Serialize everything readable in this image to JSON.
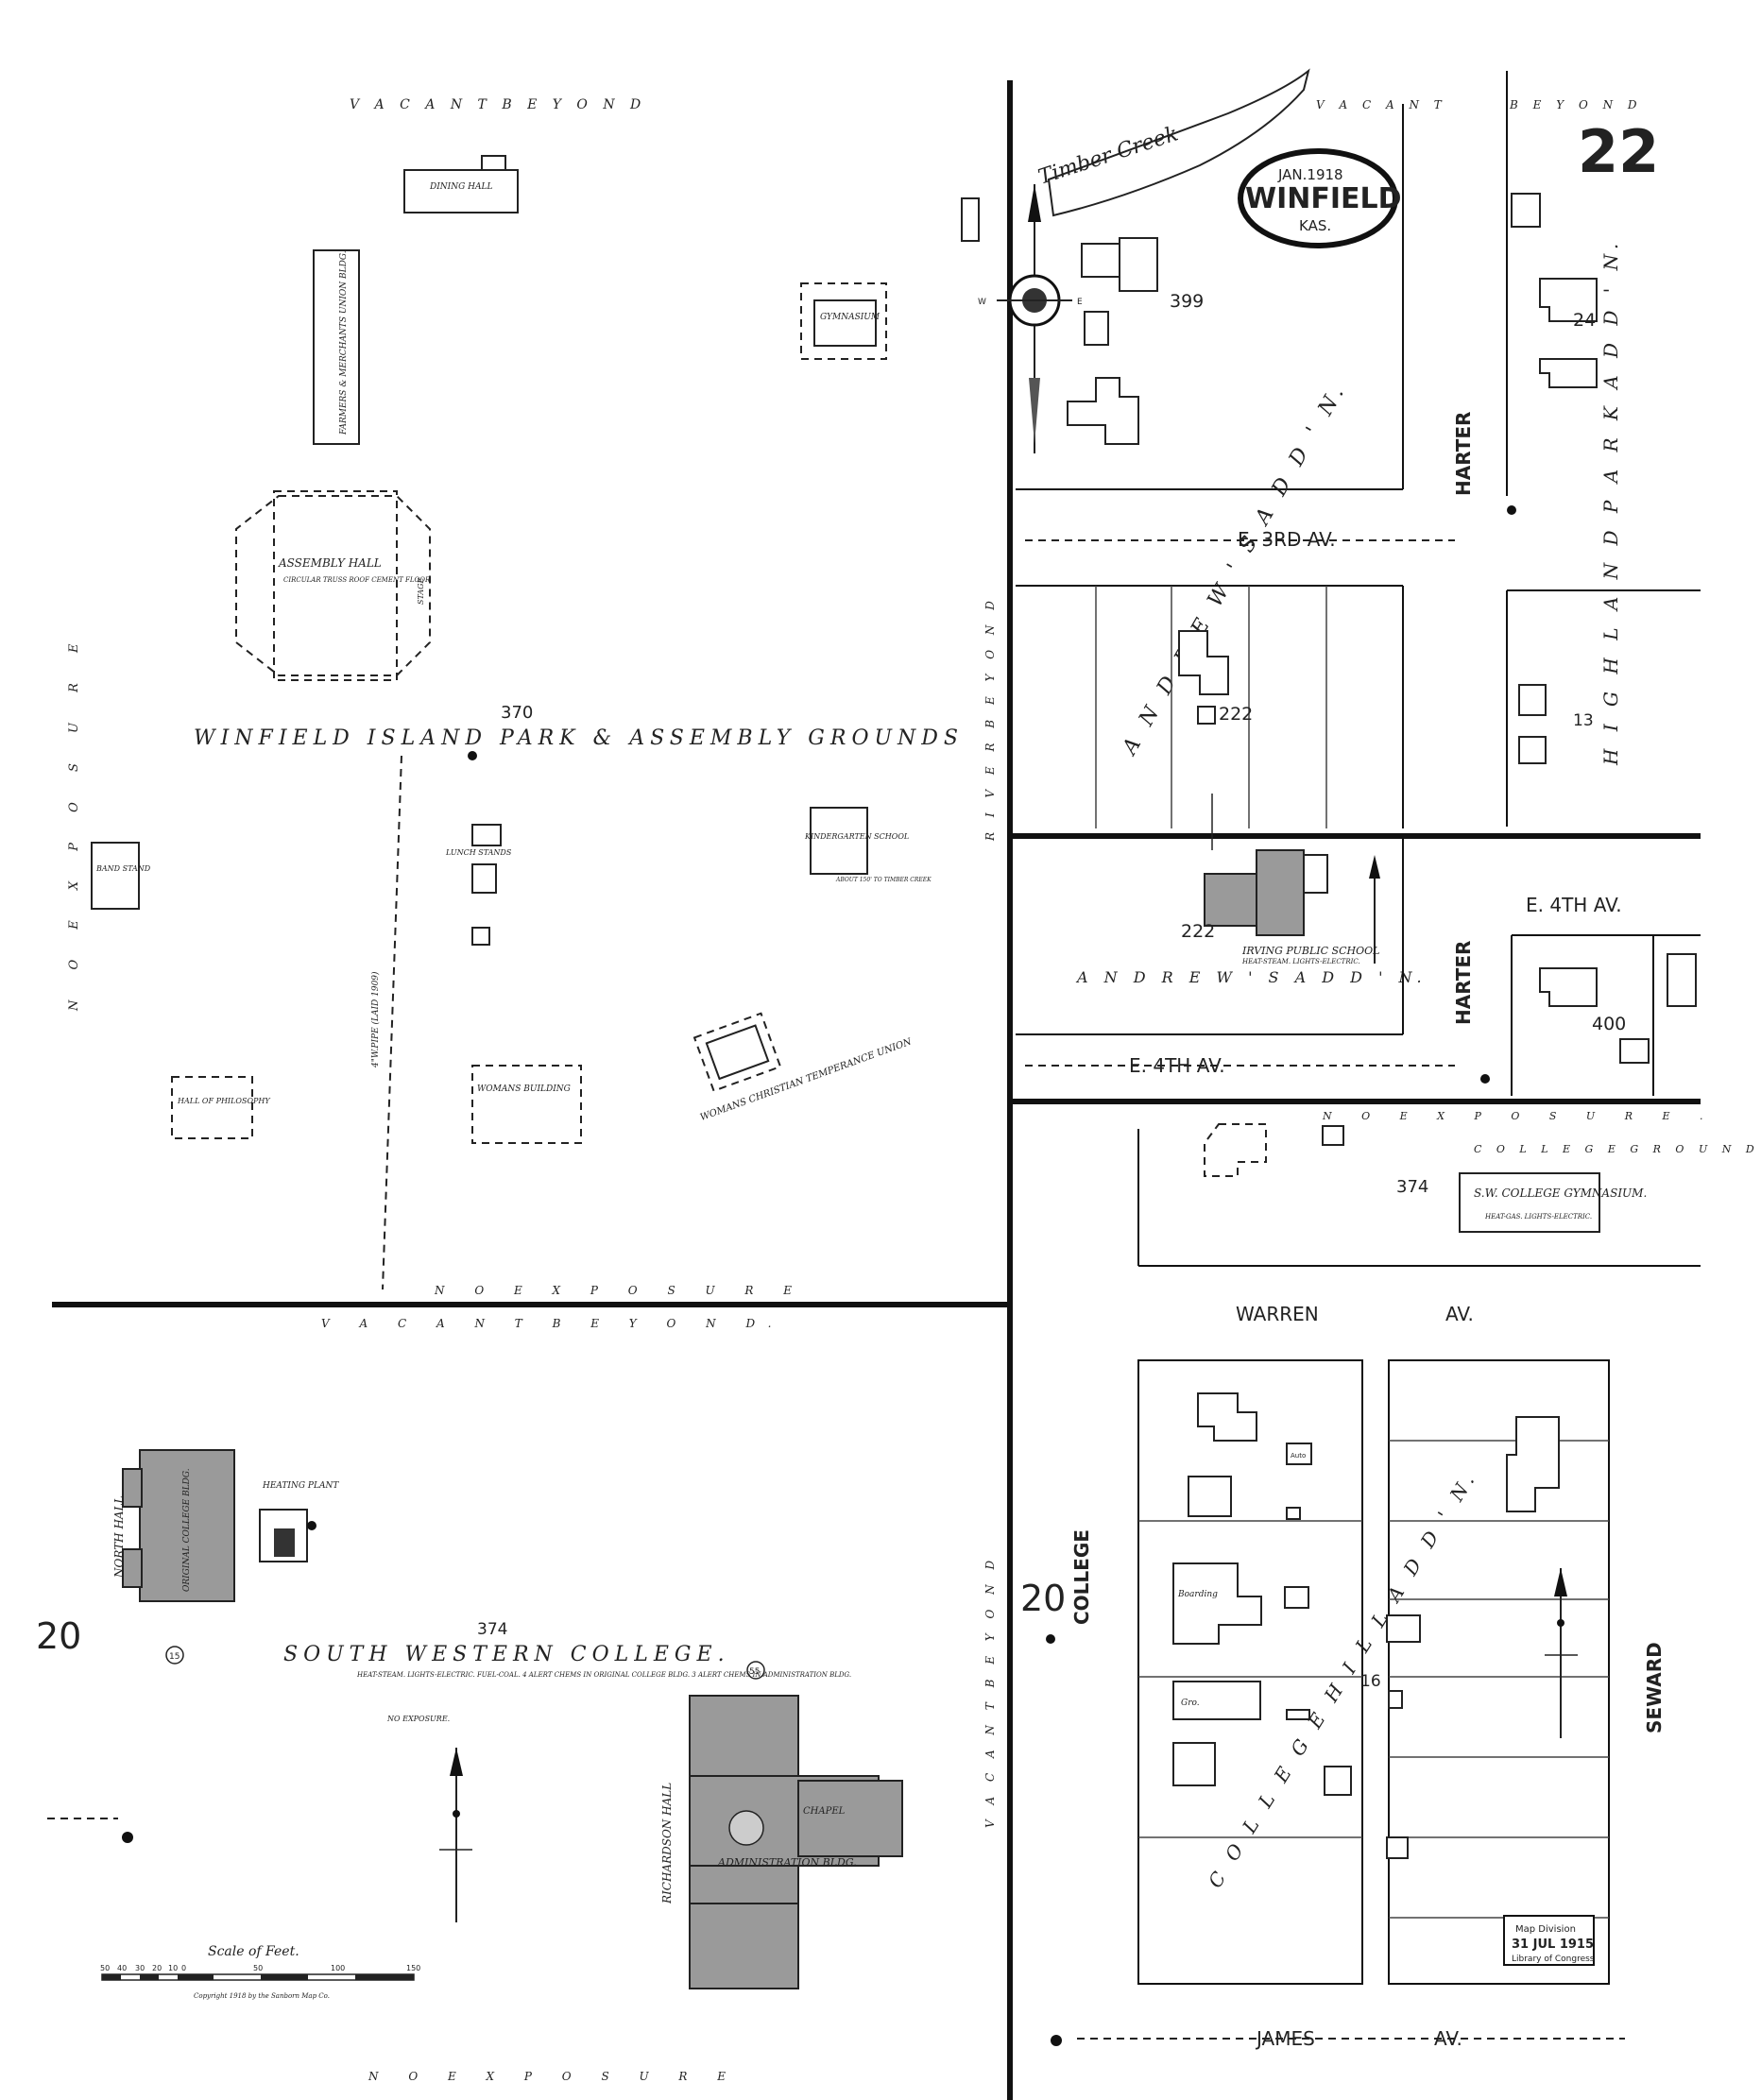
{
  "sheet": {
    "number": "22",
    "date": "JAN.1918",
    "city": "WINFIELD",
    "state": "KAS."
  },
  "west_half": {
    "top_vacant": "V A C A N T   B E Y O N D",
    "dining_hall": "DINING HALL",
    "union_bldg": "FARMERS & MERCHANTS UNION BLDG.",
    "gymnasium": "GYMNASIUM",
    "assembly_hall": "ASSEMBLY HALL",
    "assembly_note": "CIRCULAR TRUSS ROOF CEMENT FLOOR",
    "stage": "STAGE",
    "block_no": "370",
    "park_title": "WINFIELD ISLAND PARK & ASSEMBLY GROUNDS",
    "band_stand": "BAND STAND",
    "lunch_stands": "LUNCH STANDS",
    "kindergarten": "KINDERGARTEN SCHOOL",
    "kindergarten_note": "ABOUT 150' TO TIMBER CREEK",
    "hall_philosophy": "HALL OF PHILOSOPHY",
    "womans_building": "WOMANS BUILDING",
    "wctu": "WOMANS CHRISTIAN TEMPERANCE UNION",
    "pipe_note": "4\"W.PIPE (LAID 1909)",
    "no_exposure_left": "N O   E X P O S U R E",
    "no_exposure_bottom": "N O   E X P O S U R E",
    "vacant_beyond_2": "V A C A N T   B E Y O N D."
  },
  "college": {
    "north_hall": "NORTH HALL",
    "original_bldg": "ORIGINAL COLLEGE BLDG.",
    "heating_plant": "HEATING PLANT",
    "sheet_ref": "20",
    "block_no": "374",
    "title": "SOUTH WESTERN COLLEGE.",
    "note": "HEAT-STEAM. LIGHTS-ELECTRIC. FUEL-COAL. 4 ALERT CHEMS IN ORIGINAL COLLEGE BLDG. 3 ALERT CHEMS IN ADMINISTRATION BLDG.",
    "no_exposure": "NO EXPOSURE.",
    "richardson_hall": "RICHARDSON HALL",
    "chapel": "CHAPEL",
    "admin_bldg": "ADMINISTRATION BLDG.",
    "circle_15": "15",
    "circle_55": "55"
  },
  "scale": {
    "title": "Scale of Feet.",
    "ticks": [
      "50",
      "40",
      "30",
      "20",
      "10",
      "0",
      "50",
      "100",
      "150"
    ]
  },
  "copyright": "Copyright 1918 by the Sanborn Map Co.",
  "east_half": {
    "timber_creek": "Timber Creek",
    "vacant_top": "V A C A N T",
    "beyond_top": "B E Y O N D",
    "block_399": "399",
    "andrews_add": "A N D R E W ' S   A D D ' N.",
    "e3rd_av": "E. 3RD AV.",
    "harter_1": "HARTER",
    "harter_2": "HARTER",
    "highland_park": "H I G H L A N D   P A R K   A D D ' N.",
    "block_24": "24",
    "block_13": "13",
    "block_222_a": "222",
    "block_222_b": "222",
    "irving_school": "IRVING PUBLIC SCHOOL",
    "irving_note": "HEAT-STEAM. LIGHTS-ELECTRIC.",
    "andrews_add_2": "A N D R E W ' S   A D D ' N.",
    "e4th_av_1": "E. 4TH AV.",
    "e4th_av_2": "E. 4TH AV.",
    "block_400": "400",
    "river_beyond": "R I V E R   B E Y O N D",
    "no_exposure": "N O   E X P O S U R E .",
    "college_grounds": "C O L L E G E   G R O U N D S",
    "block_374": "374",
    "sw_gym": "S.W. COLLEGE GYMNASIUM.",
    "sw_gym_note": "HEAT-GAS. LIGHTS-ELECTRIC.",
    "warren_av": "WARREN",
    "warren_av2": "AV.",
    "college_st": "COLLEGE",
    "sheet_ref_20": "20",
    "block_16": "16",
    "college_hill": "C O L L E G E   H I L L   A D D ' N.",
    "seward": "SEWARD",
    "vacant_beyond": "V A C A N T   B E Y O N D",
    "james_av": "JAMES",
    "james_av2": "AV.",
    "boarding": "Boarding",
    "gro": "Gro.",
    "auto": "Auto",
    "stamp_1": "Map Division",
    "stamp_2": "31 JUL 1915",
    "stamp_3": "Library of Congress"
  },
  "compass": {
    "w": "W",
    "e": "E"
  }
}
